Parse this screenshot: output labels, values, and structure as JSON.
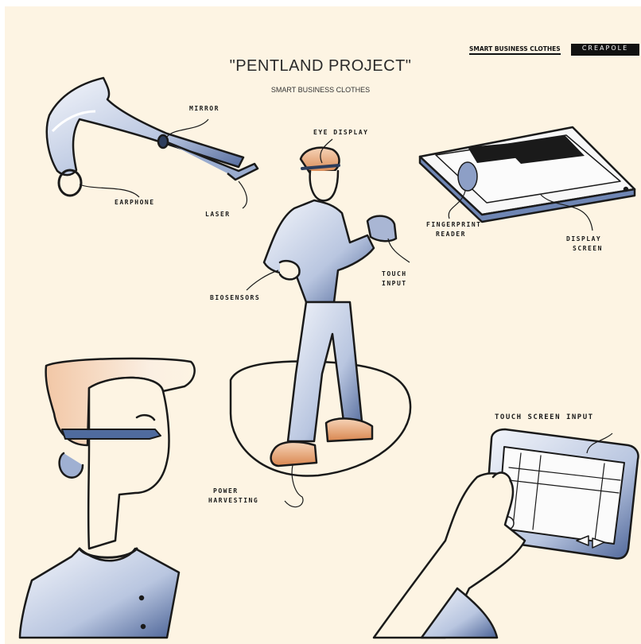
{
  "header": {
    "title": "\"PENTLAND PROJECT\"",
    "subtitle": "SMART BUSINESS CLOTHES"
  },
  "brand": {
    "tagline": "SMART BUSINESS CLOTHES",
    "logo": "CREAPOLE"
  },
  "labels": {
    "mirror": "MIRROR",
    "earphone": "EARPHONE",
    "laser": "LASER",
    "eye_display": "EYE DISPLAY",
    "fingerprint_reader_1": "FINGERPRINT",
    "fingerprint_reader_2": "READER",
    "display_screen_1": "DISPLAY",
    "display_screen_2": "SCREEN",
    "touch_input_1": "TOUCH",
    "touch_input_2": "INPUT",
    "biosensors": "BIOSENSORS",
    "power_harvesting_1": "POWER",
    "power_harvesting_2": "HARVESTING",
    "touch_screen_input": "TOUCH SCREEN INPUT"
  },
  "colors": {
    "paper": "#fdf4e3",
    "ink": "#1a1a1a",
    "blue_shade": "#4f6b9e",
    "light_blue": "#dfe6f2",
    "skin_orange": "#e39a6a"
  }
}
